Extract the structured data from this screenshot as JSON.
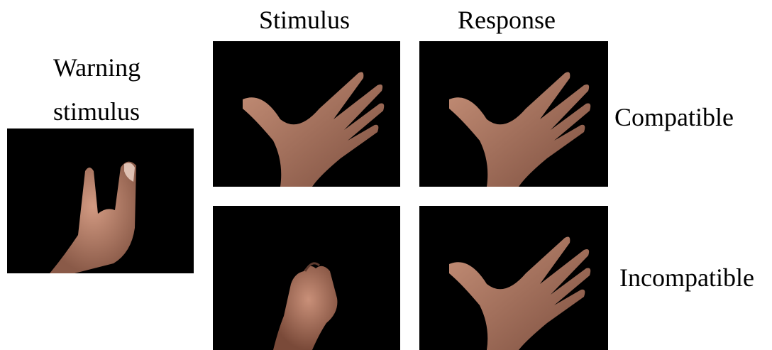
{
  "labels": {
    "warning_line1": "Warning",
    "warning_line2": "stimulus",
    "stimulus": "Stimulus",
    "response": "Response",
    "compatible": "Compatible",
    "incompatible": "Incompatible"
  },
  "panels": [
    {
      "row": "warning",
      "column": "warning",
      "gesture": "two-finger-v"
    },
    {
      "row": "compatible",
      "column": "stimulus",
      "gesture": "open-hand"
    },
    {
      "row": "compatible",
      "column": "response",
      "gesture": "open-hand"
    },
    {
      "row": "incompatible",
      "column": "stimulus",
      "gesture": "closed-fist"
    },
    {
      "row": "incompatible",
      "column": "response",
      "gesture": "open-hand"
    }
  ],
  "colors": {
    "background": "#000000",
    "skin": "#b8826c",
    "skin_shadow": "#7a4e3f"
  }
}
